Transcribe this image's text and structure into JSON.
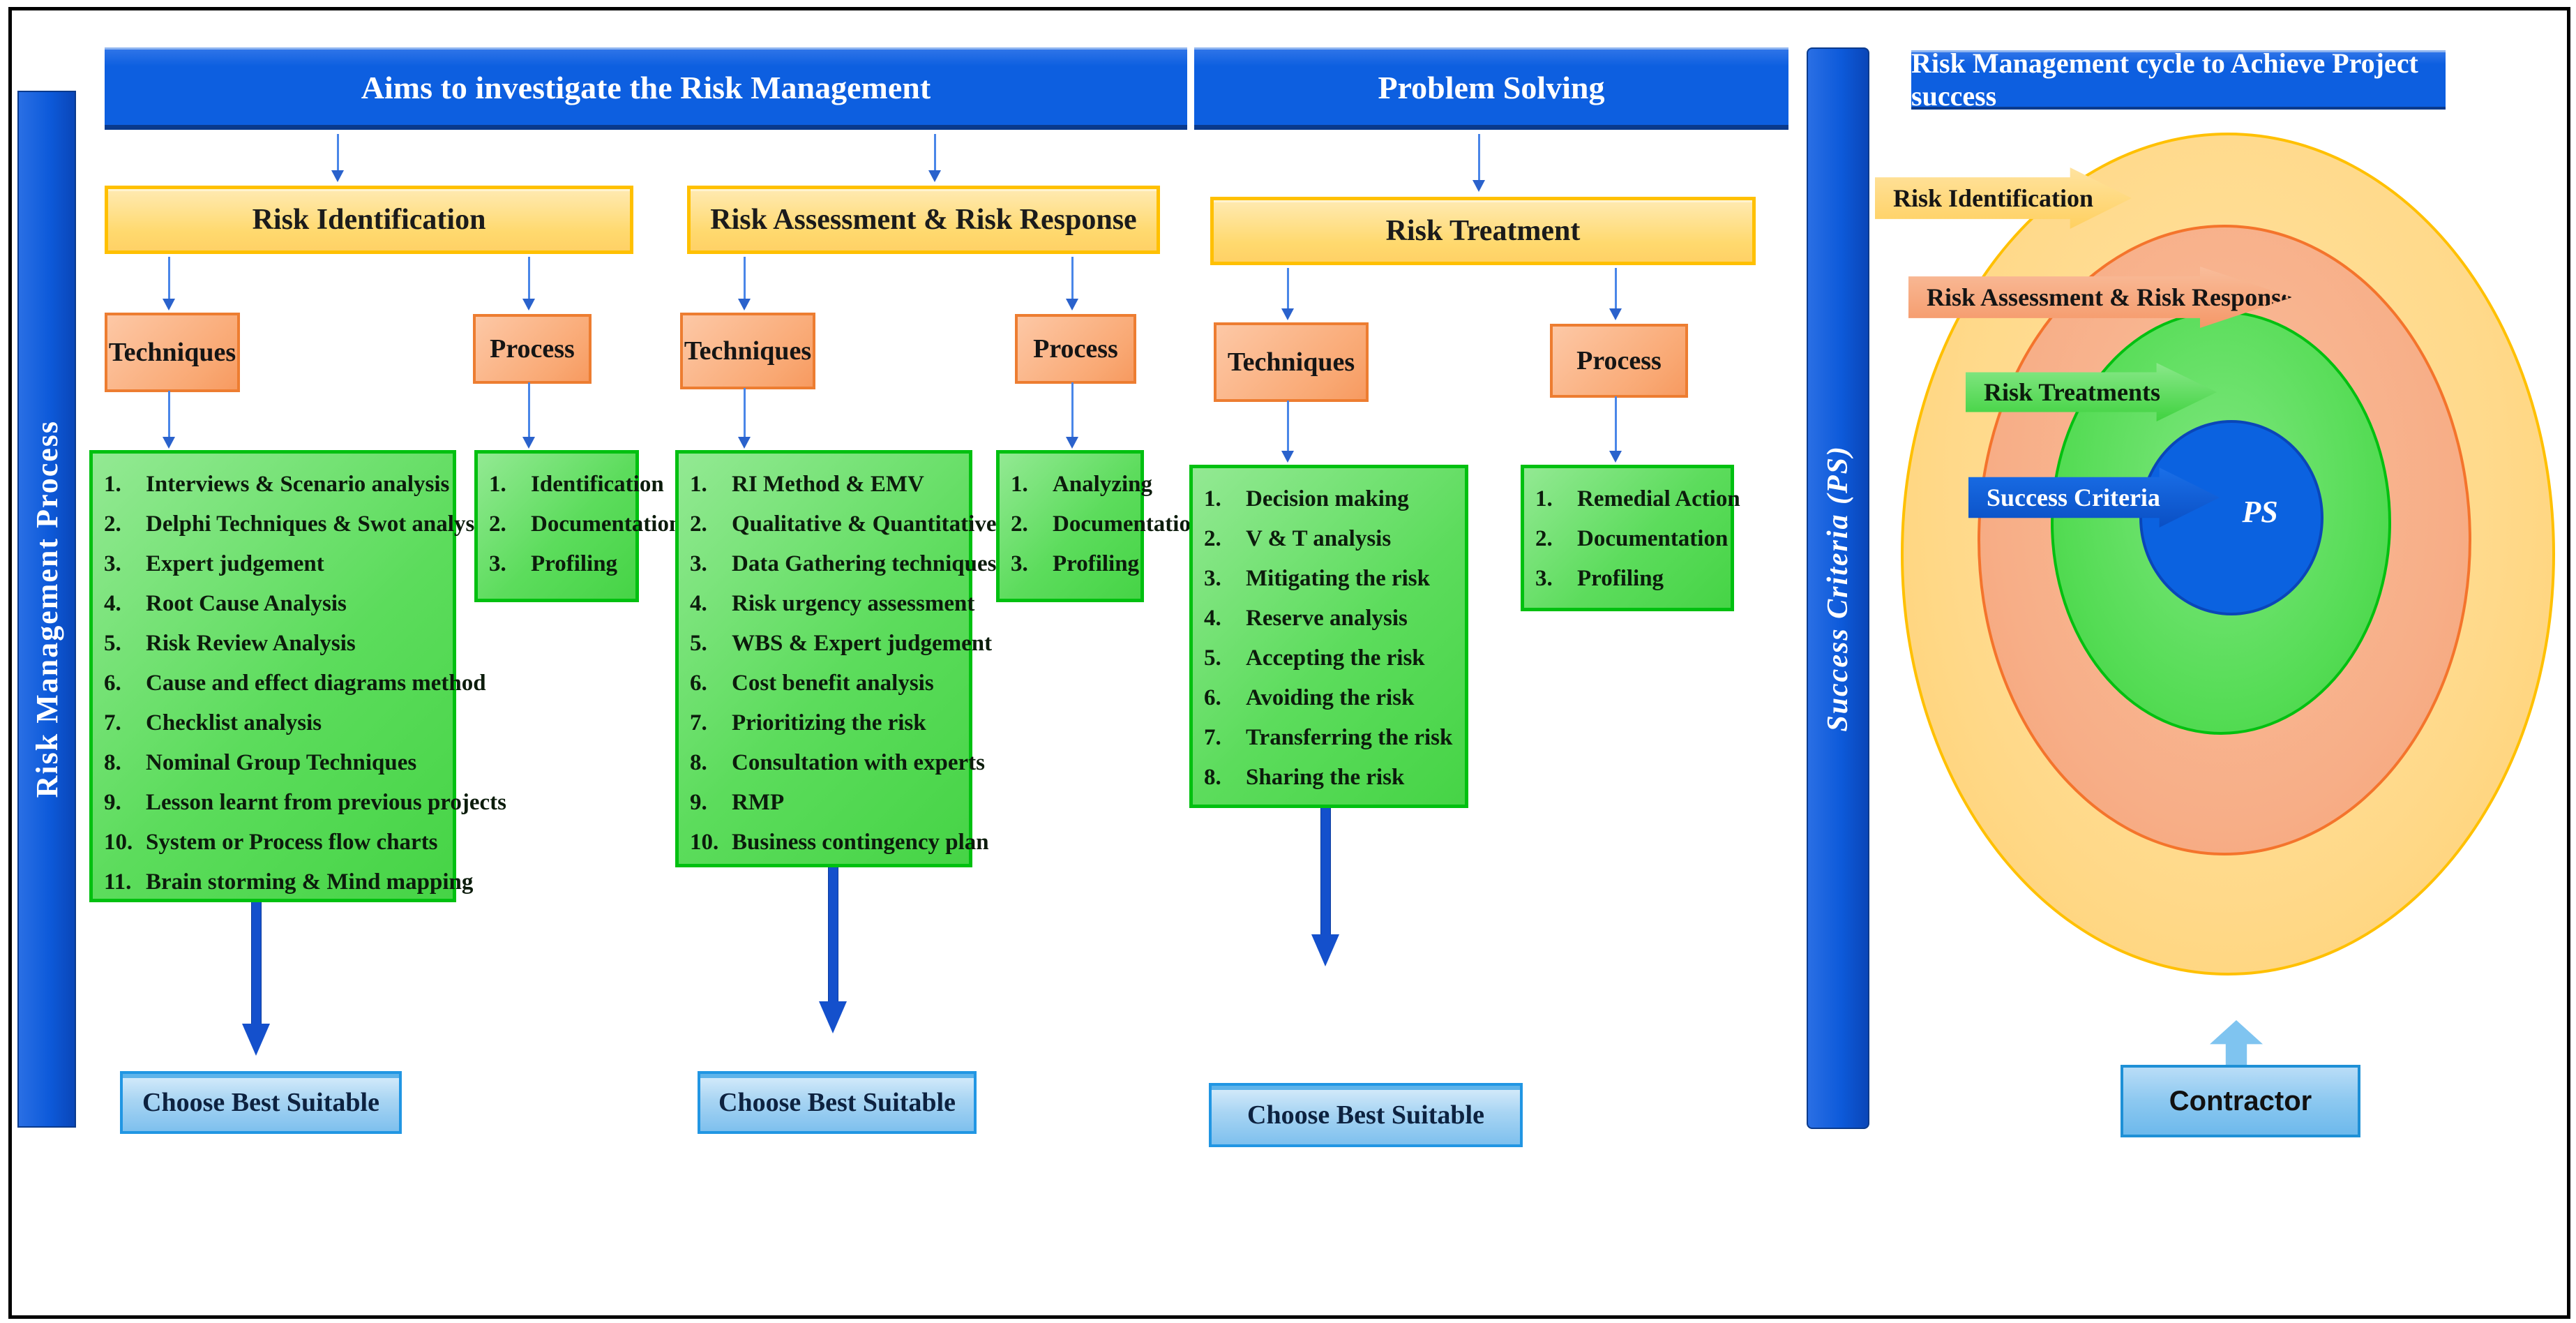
{
  "left_bar": {
    "label": "Risk Management Process"
  },
  "success_bar": {
    "label": "Success Criteria (PS)"
  },
  "headers": [
    {
      "label": "Aims to investigate the Risk Management"
    },
    {
      "label": "Problem Solving"
    }
  ],
  "ui": {
    "techniques_label": "Techniques",
    "process_label": "Process",
    "choose_label": "Choose Best Suitable"
  },
  "sections": [
    {
      "band": "Risk Identification",
      "techniques_items": [
        "Interviews & Scenario analysis",
        "Delphi Techniques & Swot analysis",
        "Expert judgement",
        "Root Cause Analysis",
        "Risk Review Analysis",
        "Cause and effect diagrams method",
        "Checklist analysis",
        "Nominal Group Techniques",
        "Lesson learnt from previous projects",
        "System or Process flow charts",
        "Brain storming & Mind mapping"
      ],
      "process_items": [
        "Identification",
        "Documentation",
        "Profiling"
      ]
    },
    {
      "band": "Risk Assessment & Risk Response",
      "techniques_items": [
        "RI Method & EMV",
        "Qualitative & Quantitative",
        "Data Gathering techniques",
        "Risk urgency assessment",
        "WBS & Expert judgement",
        "Cost benefit analysis",
        "Prioritizing the risk",
        "Consultation with experts",
        "RMP",
        "Business contingency plan"
      ],
      "process_items": [
        "Analyzing",
        "Documentation",
        "Profiling"
      ]
    },
    {
      "band": "Risk Treatment",
      "techniques_items": [
        "Decision making",
        "V & T analysis",
        "Mitigating the risk",
        "Reserve analysis",
        "Accepting the risk",
        "Avoiding the risk",
        "Transferring the risk",
        "Sharing the risk"
      ],
      "process_items": [
        "Remedial Action",
        "Documentation",
        "Profiling"
      ]
    }
  ],
  "cycle": {
    "title": "Risk Management cycle to Achieve Project success",
    "arrows": [
      {
        "label": "Risk Identification"
      },
      {
        "label": "Risk Assessment & Risk Response"
      },
      {
        "label": "Risk Treatments"
      },
      {
        "label": "Success Criteria"
      }
    ],
    "center_label": "PS",
    "contractor_label": "Contractor"
  },
  "colors": {
    "primary_blue": "#0d5fe0",
    "dark_blue_edge": "#0a3a8c",
    "band_orange_fill": "#ffd96e",
    "band_orange_border": "#ffc000",
    "salmon_fill": "#f9a873",
    "salmon_border": "#ed7d31",
    "green_fill": "#5cdc5c",
    "green_border": "#00c010",
    "cbs_fill": "#a9d5f3",
    "cbs_border": "#2196e3",
    "thick_arrow": "#1450cc",
    "thin_arrow": "#4a86e8",
    "ring_yellow": "#ffd98a",
    "ring_salmon": "#f7ae87",
    "ring_green": "#55dc55",
    "ring_blue": "#0b62e0",
    "contractor_fill": "#8cc8f0"
  }
}
